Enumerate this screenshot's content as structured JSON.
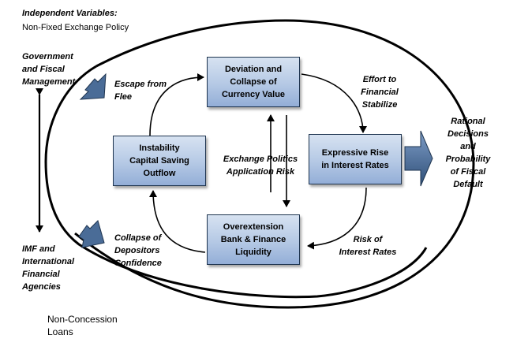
{
  "header": {
    "title": "Independent Variables:",
    "subtitle": "Non-Fixed Exchange Policy"
  },
  "left_top_label": [
    "Government",
    "and Fiscal",
    "Management"
  ],
  "left_bottom_label": [
    "IMF and",
    "International",
    "Financial",
    "Agencies"
  ],
  "footer_label": [
    "Non-Concession",
    "Loans"
  ],
  "boxes": {
    "deviation": [
      "Deviation and",
      "Collapse of",
      "Currency Value"
    ],
    "interest": [
      "Expressive Rise",
      "in Interest Rates"
    ],
    "overextension": [
      "Overextension",
      "Bank & Finance",
      "Liquidity"
    ],
    "instability": [
      "Instability",
      "Capital Saving",
      "Outflow"
    ]
  },
  "arrow_labels": {
    "escape": [
      "Escape from",
      "Flee"
    ],
    "effort": [
      "Effort to",
      "Financial",
      "Stabilize"
    ],
    "risk": [
      "Risk of",
      "Interest Rates"
    ],
    "collapse": [
      "Collapse of",
      "Depositors",
      "Confidence"
    ],
    "center": [
      "Exchange Politics",
      "Application Risk"
    ]
  },
  "outcome_label": [
    "Rational",
    "Decisions",
    "and",
    "Probability",
    "of Fiscal",
    "Default"
  ],
  "colors": {
    "box_fill_top": "#d7e2f1",
    "box_fill_bottom": "#93aed7",
    "box_border": "#1f3550",
    "arrow_fill": "#4a6c97",
    "line": "#000000"
  }
}
